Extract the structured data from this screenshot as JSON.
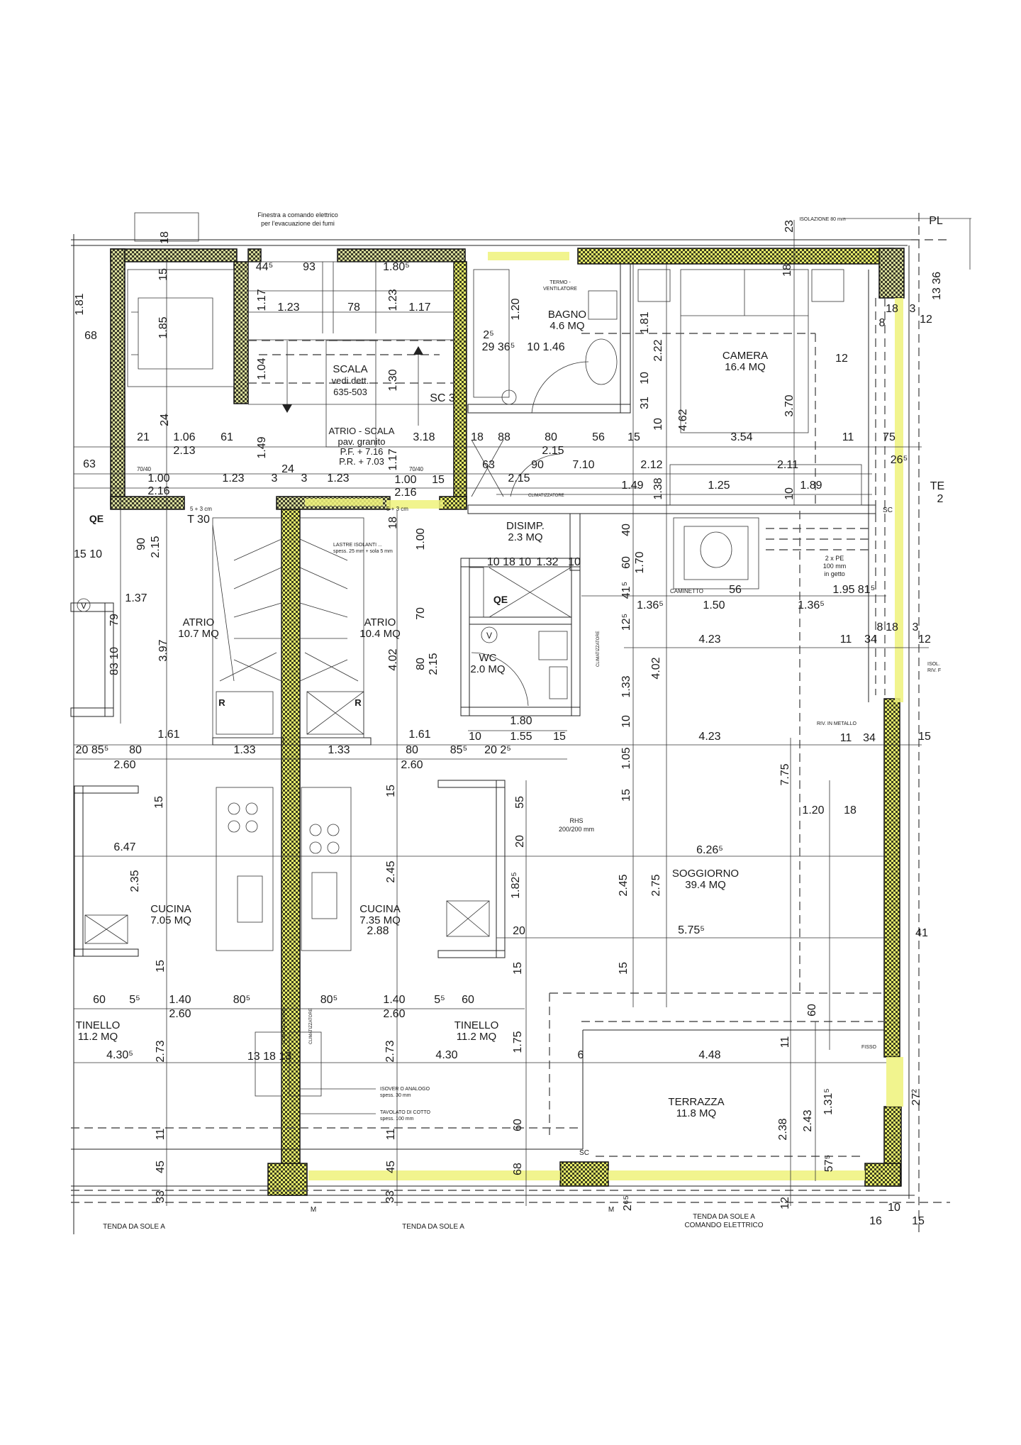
{
  "notes": {
    "smoke_window": [
      "Finestra a comando elettrico",
      "per l'evacuazione dei fumi"
    ],
    "insulation_top": "ISOLAZIONE 80 mm",
    "pl": "PL",
    "te": [
      "TE",
      "2"
    ],
    "termo": [
      "TERMO -",
      "VENTILATORE"
    ],
    "lastre": [
      "LASTRE ISOLANTI ...",
      "spess. 25 mm + sola 5 mm"
    ],
    "caminetto": "CAMINETTO",
    "pe": [
      "2 x PE",
      "100 mm",
      "in getto"
    ],
    "rhs": [
      "RHS",
      "200/200 mm"
    ],
    "riv_metallo": "RIV. IN METALLO",
    "isol_riv": [
      "ISOL.",
      "RIV. F"
    ],
    "isover": [
      "ISOVER O ANALOGO",
      "spess. 30 mm"
    ],
    "tavolato": [
      "TAVOLATO DI COTTO",
      "spess. 100 mm"
    ],
    "climatizzatore": "CLIMATIZZATORE",
    "fisso": "FISSO",
    "qe": "QE",
    "v": "V",
    "r": "R",
    "sc": "SC",
    "m": "M",
    "joint": "5 + 3 cm",
    "tenda_1": "TENDA DA SOLE A",
    "tenda_2": "TENDA DA SOLE A",
    "tenda_3": [
      "TENDA DA SOLE A",
      "COMANDO ELETTRICO"
    ],
    "window_type": "70/40"
  },
  "rooms": {
    "scala": [
      "SCALA",
      "vedi dett.",
      "635-503"
    ],
    "atrio_scala": [
      "ATRIO - SCALA",
      "pav. granito",
      "P.F. + 7.16",
      "P.R. + 7.03"
    ],
    "bagno": [
      "BAGNO",
      "4.6 MQ"
    ],
    "camera": [
      "CAMERA",
      "16.4 MQ"
    ],
    "disimp": [
      "DISIMP.",
      "2.3 MQ"
    ],
    "wc": [
      "WC",
      "2.0 MQ"
    ],
    "atrio_left": [
      "ATRIO",
      "10.7 MQ"
    ],
    "atrio_right": [
      "ATRIO",
      "10.4 MQ"
    ],
    "soggiorno": [
      "SOGGIORNO",
      "39.4 MQ"
    ],
    "cucina_left": [
      "CUCINA",
      "7.05 MQ"
    ],
    "cucina_right": [
      "CUCINA",
      "7.35 MQ"
    ],
    "tinello_left": [
      "TINELLO",
      "11.2 MQ"
    ],
    "tinello_right": [
      "TINELLO",
      "11.2 MQ"
    ],
    "terrazza": [
      "TERRAZZA",
      "11.8 MQ"
    ]
  },
  "dimensions": [
    "18",
    "15",
    "1.85",
    "44⁵",
    "93",
    "1.80⁵",
    "1.17",
    "1.23",
    "78",
    "1.23",
    "1.17",
    "1.20",
    "2⁵",
    "29 36⁵",
    "10 1.46",
    "1.04",
    "1.30",
    "SC 3",
    "24",
    "21",
    "1.06",
    "61",
    "3.18",
    "18",
    "88",
    "80",
    "56",
    "15",
    "3.54",
    "11",
    "75",
    "2.13",
    "2.15",
    "1.49",
    "24",
    "1.17",
    "63",
    "63",
    "90",
    "7.10",
    "2.12",
    "2.11",
    "1.00",
    "1.23",
    "3",
    "3",
    "1.23",
    "1.00",
    "15",
    "2.15",
    "1.49",
    "1.25",
    "1.89",
    "2.16",
    "2.16",
    "1.81",
    "2.22",
    "10",
    "31",
    "10",
    "4.62",
    "3.70",
    "18",
    "23",
    "1.38",
    "10",
    "12",
    "18",
    "3",
    "8",
    "12",
    "26⁵",
    "T 30",
    "1.00",
    "18",
    "15 10",
    "90",
    "2.15",
    "10 18 10",
    "1.32",
    "10",
    "40",
    "60",
    "1.70",
    "41⁵",
    "12⁵",
    "1.33",
    "10",
    "1.05",
    "15",
    "4.02",
    "56",
    "1.95",
    "81⁵",
    "1.36⁵",
    "1.50",
    "1.36⁵",
    "4.23",
    "11",
    "34",
    "8",
    "18",
    "3",
    "12",
    "4.23",
    "11",
    "34",
    "15",
    "7.75",
    "1.20",
    "18",
    "6.26⁵",
    "2.45",
    "2.75",
    "5.75⁵",
    "41",
    "15",
    "1.37",
    "79",
    "3.97",
    "83 10",
    "1.61",
    "1.61",
    "4.02",
    "70",
    "80",
    "2.15",
    "1.80",
    "10",
    "1.55",
    "15",
    "20 85⁵",
    "80",
    "2.60",
    "1.33",
    "1.33",
    "80",
    "85⁵",
    "20 2⁵",
    "2.60",
    "6.47",
    "2.35",
    "2.45",
    "1.82⁵",
    "2.88",
    "55",
    "20",
    "20",
    "15",
    "15",
    "15",
    "15",
    "60",
    "5⁵",
    "1.40",
    "80⁵",
    "80⁵",
    "1.40",
    "5⁵",
    "60",
    "2.60",
    "2.60",
    "4.30⁵",
    "2.73",
    "13 18 13",
    "2.73",
    "4.30",
    "1.75",
    "6",
    "4.48",
    "60",
    "11",
    "11",
    "11",
    "60",
    "2.38",
    "2.43",
    "1.31⁵",
    "57⁵",
    "27²",
    "45",
    "45",
    "33",
    "33",
    "68",
    "12",
    "2⁶⁵",
    "10",
    "16",
    "15",
    "1.81",
    "68",
    "13 36"
  ]
}
